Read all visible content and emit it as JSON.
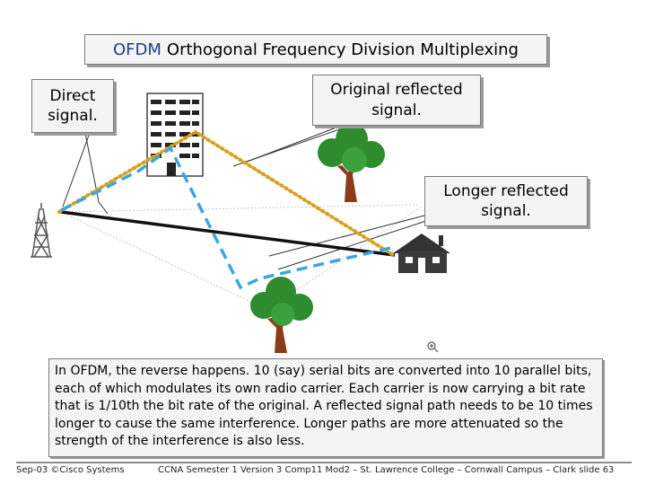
{
  "title": {
    "acronym": "OFDM",
    "text": "Orthogonal Frequency Division Multiplexing"
  },
  "labels": {
    "direct": "Direct signal.",
    "original_reflected": "Original reflected signal.",
    "longer_reflected": "Longer reflected signal."
  },
  "description": "In OFDM, the reverse happens. 10 (say) serial bits are converted into 10 parallel bits, each of which modulates its own radio carrier. Each carrier is now carrying a bit rate that is 1/10th the bit rate of the original. A reflected signal path needs to be 10 times longer to cause the same interference. Longer paths are more attenuated so the strength of the interference is also less.",
  "footer": {
    "left": "Sep-03 ©Cisco Systems",
    "right": "CCNA Semester 1 Version 3 Comp11 Mod2 – St. Lawrence College – Cornwall Campus – Clark slide 63"
  },
  "colors": {
    "direct_path": "#111111",
    "original_path": "#d9a020",
    "longer_path": "#3aa6e0",
    "tree": "#2e8b2e"
  }
}
